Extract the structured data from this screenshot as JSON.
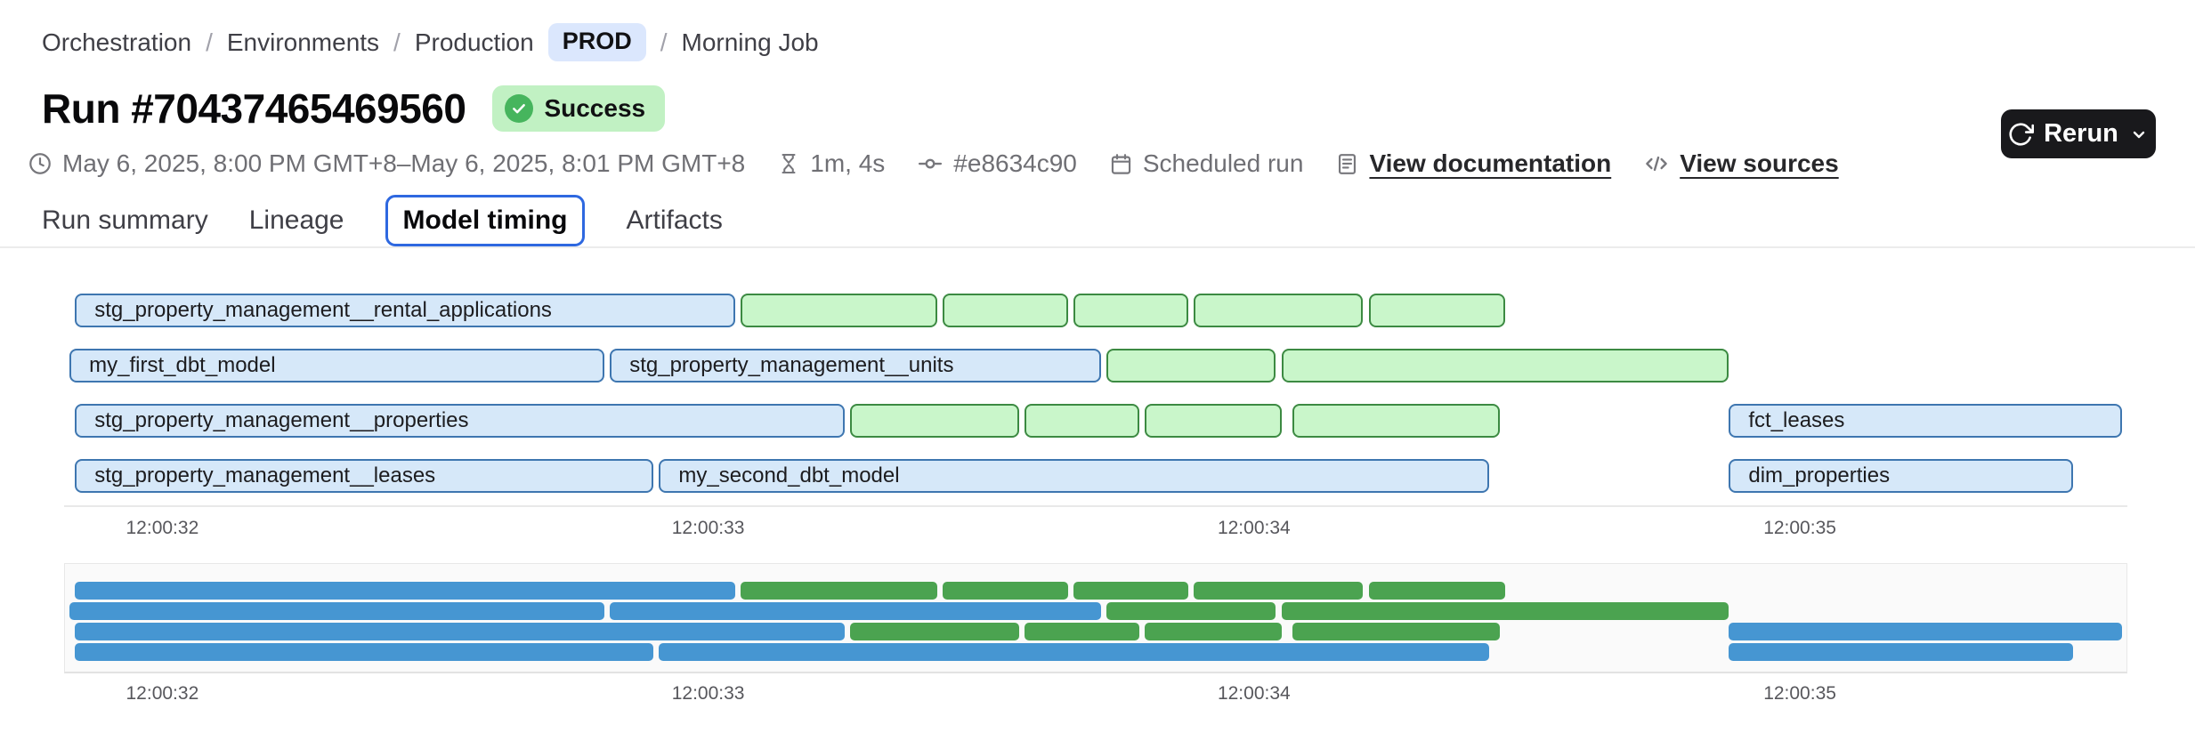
{
  "palette": {
    "accent-blue": "#2e68e0",
    "bar-blue-fill": "#d6e8f9",
    "bar-blue-border": "#3e76b0",
    "bar-green-fill": "#c9f6ca",
    "bar-green-border": "#3c8a42",
    "solid-blue": "#4696d2",
    "solid-green": "#4ba350",
    "badge-green-bg": "#c1f1c3",
    "badge-green-dot": "#46b55d",
    "badge-blue-bg": "#dbe7fd",
    "button-dark-bg": "#19191c"
  },
  "breadcrumb": {
    "separator": "/",
    "items": [
      {
        "label": "Orchestration"
      },
      {
        "label": "Environments"
      },
      {
        "label": "Production",
        "badge": "PROD"
      },
      {
        "label": "Morning Job"
      }
    ]
  },
  "header": {
    "title": "Run #70437465469560",
    "status": "Success",
    "rerun_label": "Rerun"
  },
  "meta": {
    "date_range": "May 6, 2025, 8:00 PM GMT+8–May 6, 2025, 8:01 PM GMT+8",
    "duration": "1m, 4s",
    "commit": "#e8634c90",
    "trigger": "Scheduled run",
    "documentation_link": "View documentation",
    "sources_link": "View sources"
  },
  "tabs": [
    {
      "label": "Run summary",
      "active": false
    },
    {
      "label": "Lineage",
      "active": false
    },
    {
      "label": "Model timing",
      "active": true
    },
    {
      "label": "Artifacts",
      "active": false
    }
  ],
  "chart_data": {
    "type": "gantt",
    "title": "Model timing",
    "x_unit": "time of day (H:MM:SS)",
    "time_domain_seconds": [
      31.82,
      35.6
    ],
    "ticks": [
      {
        "time": 32,
        "label": "12:00:32"
      },
      {
        "time": 33,
        "label": "12:00:33"
      },
      {
        "time": 34,
        "label": "12:00:34"
      },
      {
        "time": 35,
        "label": "12:00:35"
      }
    ],
    "legend": "blue = named model bars (outlined light blue in detail view, solid blue in overview); green = unnamed bars (outlined light green in detail view, solid green in overview)",
    "rows": [
      {
        "bars": [
          {
            "label": "stg_property_management__rental_applications",
            "color": "blue",
            "start": 31.84,
            "end": 33.05
          },
          {
            "label": "",
            "color": "green",
            "start": 33.06,
            "end": 33.42
          },
          {
            "label": "",
            "color": "green",
            "start": 33.43,
            "end": 33.66
          },
          {
            "label": "",
            "color": "green",
            "start": 33.67,
            "end": 33.88
          },
          {
            "label": "",
            "color": "green",
            "start": 33.89,
            "end": 34.2
          },
          {
            "label": "",
            "color": "green",
            "start": 34.21,
            "end": 34.46
          }
        ]
      },
      {
        "bars": [
          {
            "label": "my_first_dbt_model",
            "color": "blue",
            "start": 31.83,
            "end": 32.81
          },
          {
            "label": "stg_property_management__units",
            "color": "blue",
            "start": 32.82,
            "end": 33.72
          },
          {
            "label": "",
            "color": "green",
            "start": 33.73,
            "end": 34.04
          },
          {
            "label": "",
            "color": "green",
            "start": 34.05,
            "end": 34.87
          }
        ]
      },
      {
        "bars": [
          {
            "label": "stg_property_management__properties",
            "color": "blue",
            "start": 31.84,
            "end": 33.25
          },
          {
            "label": "",
            "color": "green",
            "start": 33.26,
            "end": 33.57
          },
          {
            "label": "",
            "color": "green",
            "start": 33.58,
            "end": 33.79
          },
          {
            "label": "",
            "color": "green",
            "start": 33.8,
            "end": 34.05
          },
          {
            "label": "",
            "color": "green",
            "start": 34.07,
            "end": 34.45
          },
          {
            "label": "fct_leases",
            "color": "blue",
            "start": 34.87,
            "end": 35.59
          }
        ]
      },
      {
        "bars": [
          {
            "label": "stg_property_management__leases",
            "color": "blue",
            "start": 31.84,
            "end": 32.9
          },
          {
            "label": "my_second_dbt_model",
            "color": "blue",
            "start": 32.91,
            "end": 34.43
          },
          {
            "label": "dim_properties",
            "color": "blue",
            "start": 34.87,
            "end": 35.5
          }
        ]
      }
    ],
    "views": [
      {
        "name": "detail",
        "labels": true
      },
      {
        "name": "overview",
        "labels": false
      }
    ]
  }
}
